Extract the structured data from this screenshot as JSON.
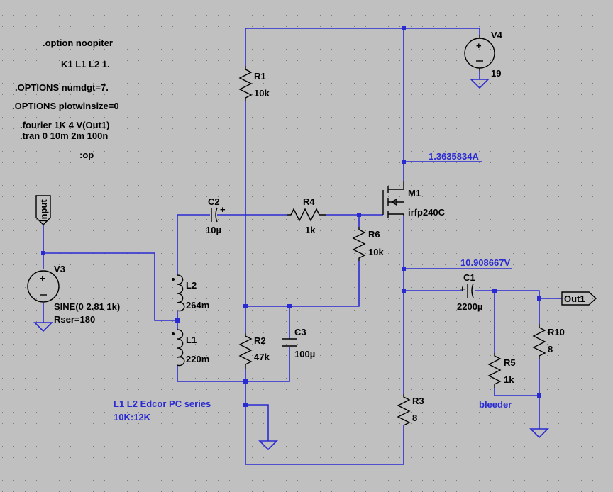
{
  "directives": [
    ".option noopiter",
    "K1 L1 L2 1.",
    ".OPTIONS numdgt=7.",
    ".OPTIONS plotwinsize=0",
    ".fourier 1K 4 V(Out1)",
    ".tran 0 10m 2m 100n",
    ":op"
  ],
  "components": {
    "r1": {
      "name": "R1",
      "value": "10k"
    },
    "r2": {
      "name": "R2",
      "value": "47k"
    },
    "r3": {
      "name": "R3",
      "value": "8"
    },
    "r4": {
      "name": "R4",
      "value": "1k"
    },
    "r5": {
      "name": "R5",
      "value": "1k"
    },
    "r6": {
      "name": "R6",
      "value": "10k"
    },
    "r10": {
      "name": "R10",
      "value": "8"
    },
    "c1": {
      "name": "C1",
      "value": "2200µ"
    },
    "c2": {
      "name": "C2",
      "value": "10µ"
    },
    "c3": {
      "name": "C3",
      "value": "100µ"
    },
    "l1": {
      "name": "L1",
      "value": "220m"
    },
    "l2": {
      "name": "L2",
      "value": "264m"
    },
    "m1": {
      "name": "M1",
      "value": "irfp240C"
    },
    "v3": {
      "name": "V3",
      "value": "SINE(0 2.81 1k)",
      "rser": "Rser=180"
    },
    "v4": {
      "name": "V4",
      "value": "19"
    }
  },
  "ports": {
    "input": "Input",
    "output": "Out1"
  },
  "annotations": {
    "drain_current": "1.3635834A",
    "source_voltage": "10.908667V",
    "transformer_note": "L1 L2 Edcor PC series",
    "transformer_ratio": "10K:12K",
    "bleeder": "bleeder"
  },
  "colors": {
    "background": "#c0c0c0",
    "wire": "#2a2ad2",
    "component": "#000000",
    "grid_dot": "#7a7a7a"
  }
}
